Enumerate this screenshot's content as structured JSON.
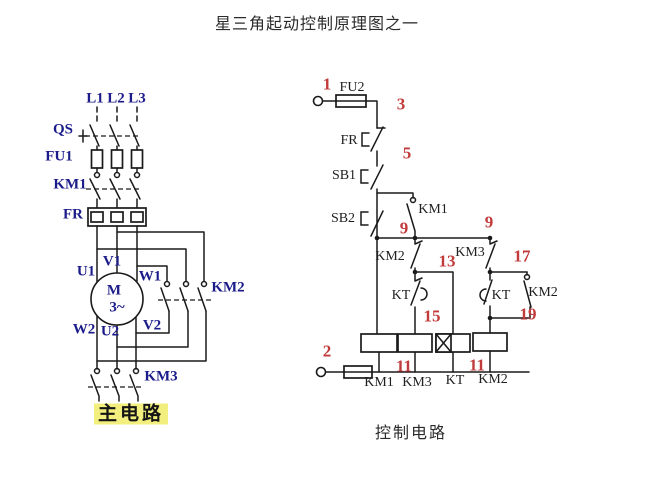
{
  "title": "星三角起动控制原理图之一",
  "colors": {
    "label_navy": "#1b1b8a",
    "number_red": "#c23b3b",
    "wire": "#1a1a1a",
    "highlight_yellow": "#f3ef7e"
  },
  "main": {
    "caption": "主电路",
    "labels": {
      "l1": "L1",
      "l2": "L2",
      "l3": "L3",
      "qs": "QS",
      "fu1": "FU1",
      "km1": "KM1",
      "fr": "FR",
      "u1": "U1",
      "v1": "V1",
      "w1": "W1",
      "w2": "W2",
      "u2": "U2",
      "v2": "V2",
      "km2": "KM2",
      "km3": "KM3",
      "motor": "M",
      "motor_type": "3~"
    }
  },
  "control": {
    "caption": "控制电路",
    "labels": {
      "fu2": "FU2",
      "fr": "FR",
      "sb1": "SB1",
      "sb2": "SB2",
      "km1_aux": "KM1",
      "km2_nc": "KM2",
      "km3_nc": "KM3",
      "kt_nc": "KT",
      "kt_no": "KT",
      "km2_no": "KM2",
      "coil_km1": "KM1",
      "coil_km3": "KM3",
      "coil_kt": "KT",
      "coil_km2": "KM2"
    },
    "nodes": {
      "n1": "1",
      "n2": "2",
      "n3": "3",
      "n5": "5",
      "n9a": "9",
      "n9b": "9",
      "n11a": "11",
      "n11b": "11",
      "n13": "13",
      "n15": "15",
      "n17": "17",
      "n19": "19"
    }
  }
}
